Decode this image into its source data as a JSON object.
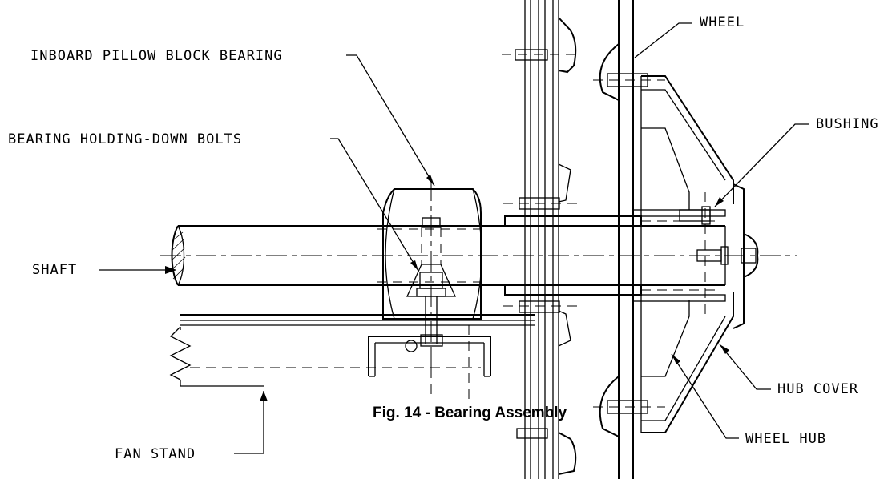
{
  "labels": {
    "wheel": "WHEEL",
    "inboard_bearing": "INBOARD PILLOW BLOCK BEARING",
    "bushing": "BUSHING",
    "holding_bolts": "BEARING HOLDING-DOWN BOLTS",
    "shaft": "SHAFT",
    "hub_cover": "HUB COVER",
    "wheel_hub": "WHEEL HUB",
    "fan_stand": "FAN STAND"
  },
  "caption": "Fig. 14 - Bearing Assembly"
}
